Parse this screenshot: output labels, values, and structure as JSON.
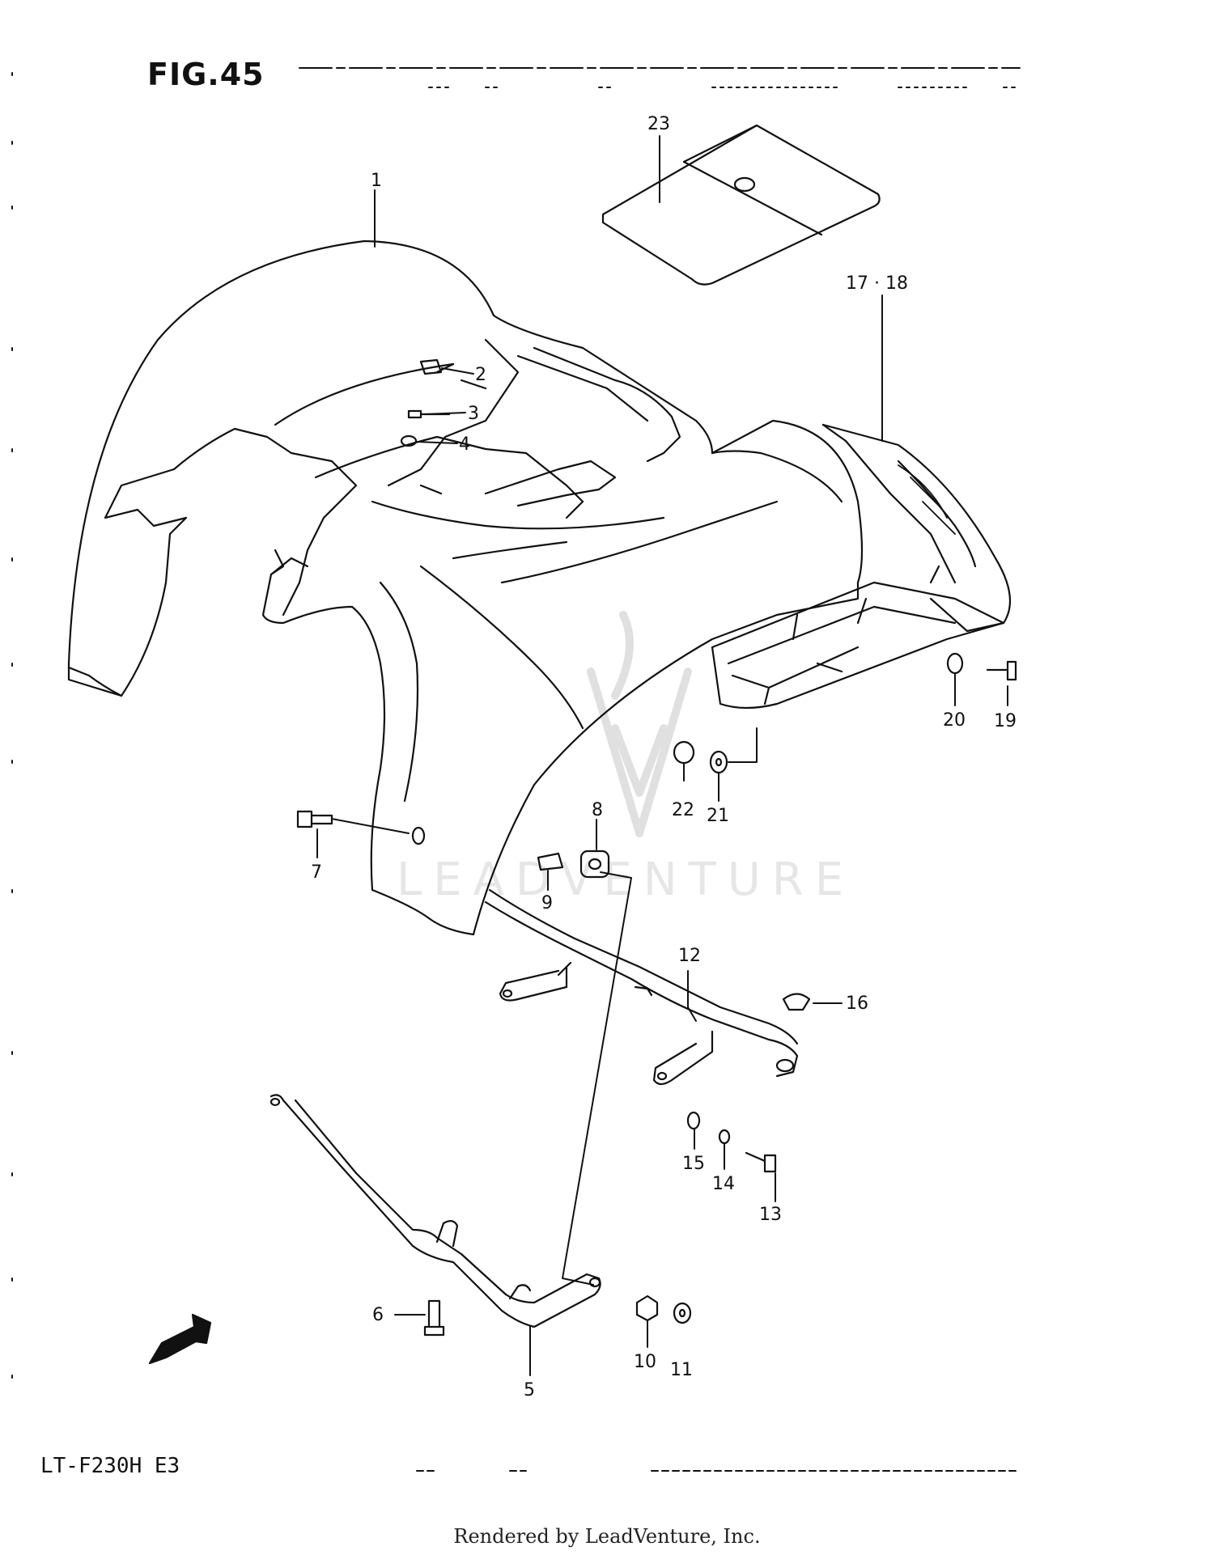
{
  "figure": {
    "title": "FIG.45",
    "model": "LT-F230H E3"
  },
  "watermark": "LEADVENTURE",
  "footer": "Rendered by LeadVenture, Inc.",
  "callouts": {
    "c1": "1",
    "c2": "2",
    "c3": "3",
    "c4": "4",
    "c5": "5",
    "c6": "6",
    "c7": "7",
    "c8": "8",
    "c9": "9",
    "c10": "10",
    "c11": "11",
    "c12": "12",
    "c13": "13",
    "c14": "14",
    "c15": "15",
    "c16": "16",
    "c17_18": "17 · 18",
    "c19": "19",
    "c20": "20",
    "c21": "21",
    "c22": "22",
    "c23": "23"
  },
  "icons": {
    "fwd": "fwd-arrow-icon",
    "logo": "leadventure-logo-icon"
  }
}
